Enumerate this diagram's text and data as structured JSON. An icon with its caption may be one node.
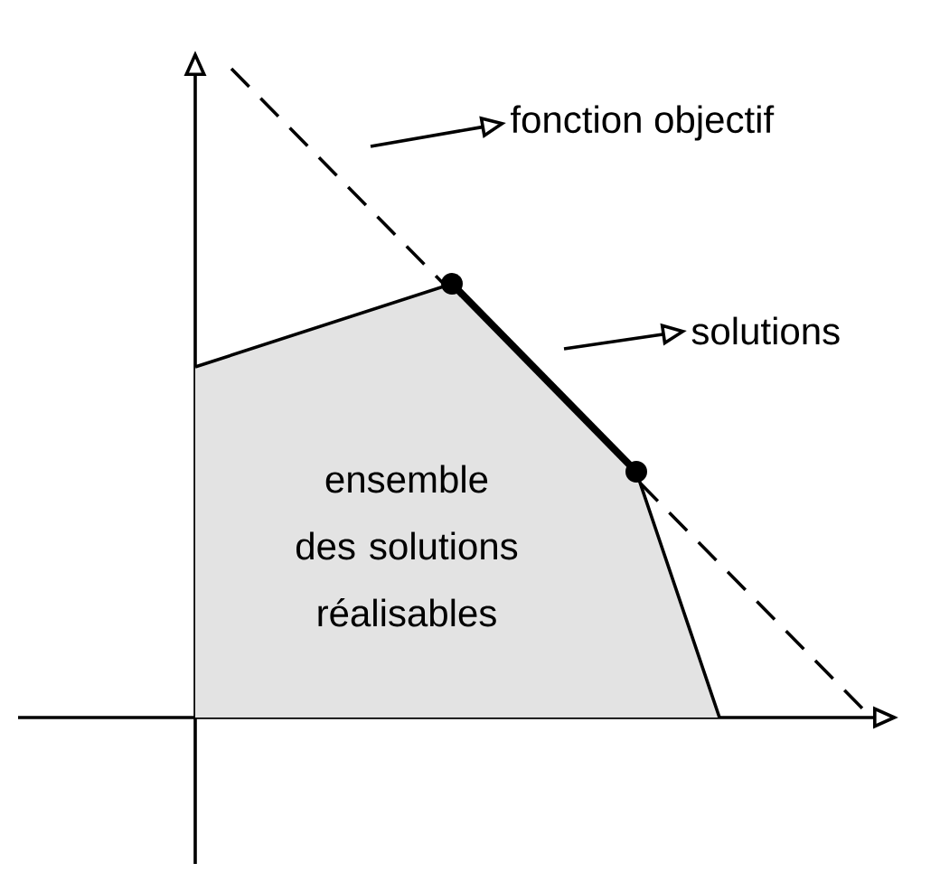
{
  "diagram": {
    "nodes": [
      {
        "text": [
          "ensemble des solutions réalisables"
        ]
      },
      {
        "text": [
          "fonction objectif"
        ]
      },
      {
        "text": [
          "solutions"
        ]
      }
    ],
    "edges": [
      {
        "from": null,
        "to": 1,
        "arrow": "to"
      },
      {
        "from": null,
        "to": 2,
        "arrow": "to"
      }
    ]
  }
}
